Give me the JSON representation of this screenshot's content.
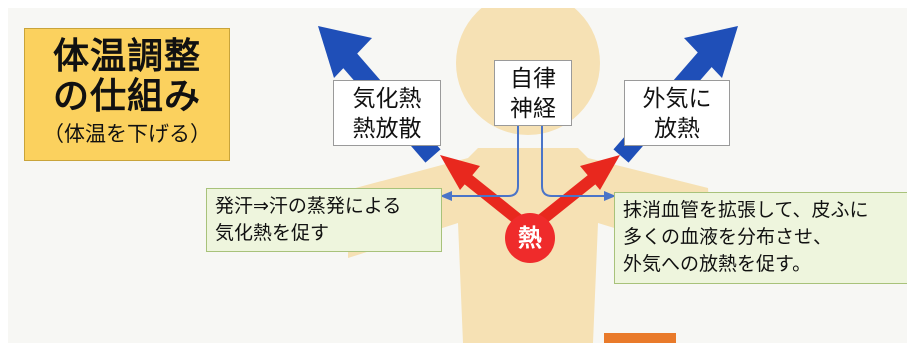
{
  "title": {
    "line1": "体温調整",
    "line2": "の仕組み",
    "subtitle": "（体温を下げる）"
  },
  "labels": {
    "left": [
      "気化熱",
      "熱放散"
    ],
    "center": [
      "自律",
      "神経"
    ],
    "right": [
      "外気に",
      "放熱"
    ]
  },
  "notes": {
    "left": [
      "発汗⇒汗の蒸発による",
      "気化熱を促す"
    ],
    "right": [
      "抹消血管を拡張して、皮ふに",
      "多くの血液を分布させ、",
      "外気への放熱を促す。"
    ]
  },
  "heat_label": "熱",
  "colors": {
    "body": "#f6e1b4",
    "heat_arrow": "#e8281e",
    "outer_arrow": "#1f4fb8",
    "nerve_line": "#4a74c8",
    "title_bg": "#fbd15e",
    "note_bg": "#eef5dd"
  }
}
